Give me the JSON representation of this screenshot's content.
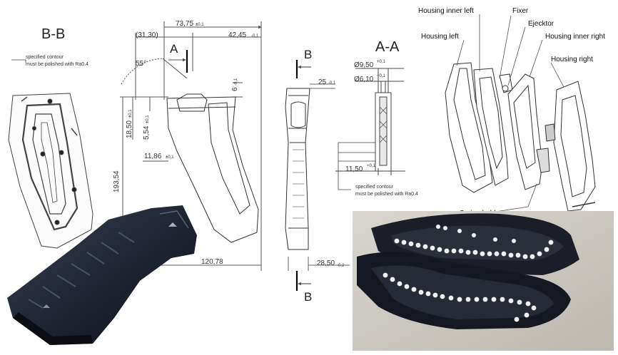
{
  "sections": {
    "bb": "B-B",
    "aa": "A-A",
    "a_mark": "A",
    "b_top": "B",
    "b_bottom": "B"
  },
  "notes": {
    "contour_bb": [
      "specified contour",
      "must be polished with Ra0.4"
    ],
    "contour_aa": [
      "specified contour",
      "must be polished with Ra0.4"
    ]
  },
  "dimensions": {
    "d_31_30": "(31,30)",
    "d_73_75": "73,75",
    "d_73_75_tol": "±0,1",
    "d_42_45": "42,45",
    "d_42_45_tol": "-0,1",
    "angle_55": "55°",
    "d_6": "6",
    "d_6_tol": "-0,1",
    "d_18_50": "18,50",
    "d_18_50_tol": "±0,1",
    "d_5_54": "5,54",
    "d_5_54_tol": "±0,1",
    "d_11_86": "11,86",
    "d_11_86_tol": "±0,1",
    "d_193_54": "193,54",
    "d_120_78": "120,78",
    "d_25": "25",
    "d_25_tol": "-0,1",
    "d_28_50": "28,50",
    "d_28_50_tol": "-0,2",
    "d_dia_9_50": "Ø9,50",
    "d_dia_9_50_tol": "+0,1",
    "d_dia_6_10": "Ø6,10",
    "d_dia_6_10_tol": "+0,1",
    "d_11_50": "11,50",
    "d_11_50_tol": "+0,1"
  },
  "parts": {
    "housing_inner_left": "Housing inner left",
    "fixer": "Fixer",
    "ejecktor": "Ejecktor",
    "housing_left": "Housing left",
    "housing_inner_right": "Housing inner right",
    "housing_right": "Housing right",
    "spring_holder": "Spring holder"
  },
  "colors": {
    "line": "#555555",
    "dark_plastic": "#1e2330",
    "balls": "#f2f2f2"
  }
}
